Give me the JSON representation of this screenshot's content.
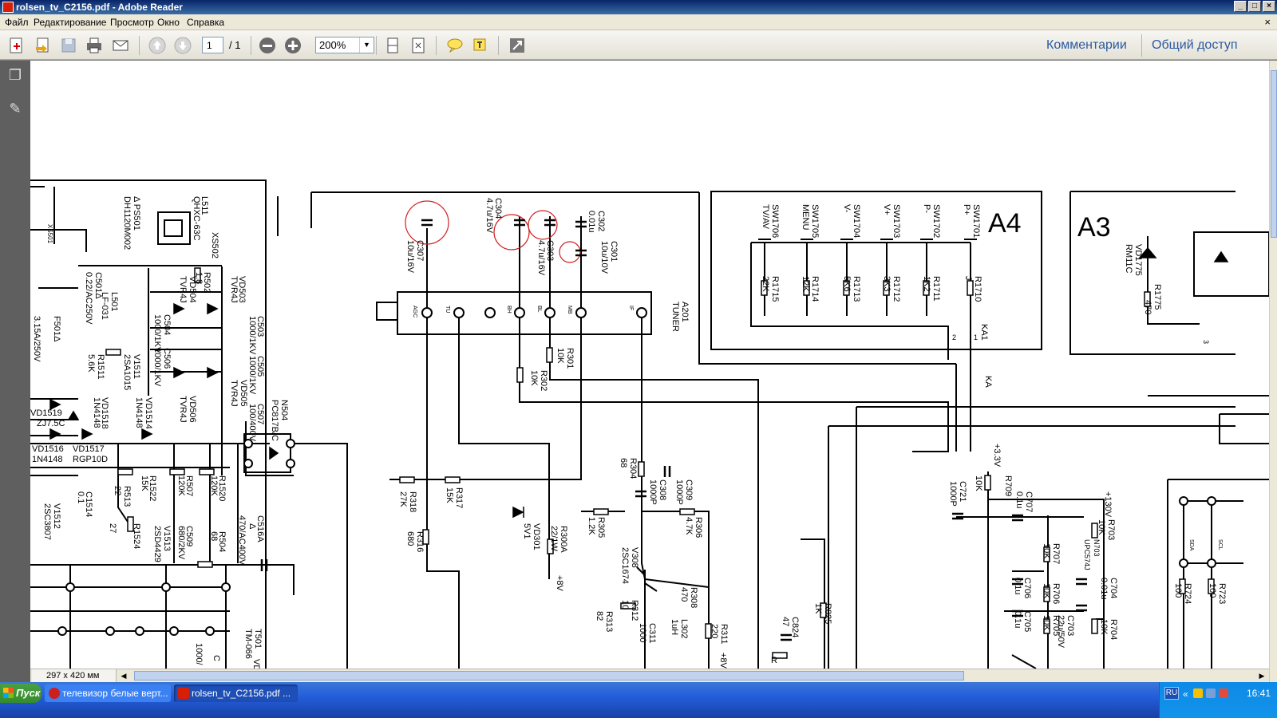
{
  "window": {
    "title": "rolsen_tv_C2156.pdf - Adobe Reader",
    "minimize": "_",
    "maximize": "□",
    "close": "×"
  },
  "menu": [
    "Файл",
    "Редактирование",
    "Просмотр",
    "Окно",
    "Справка"
  ],
  "doc_close": "×",
  "toolbar": {
    "page_current": "1",
    "page_total": "/ 1",
    "zoom": "200%",
    "comments_link": "Комментарии",
    "share_link": "Общий доступ"
  },
  "statusbar": {
    "page_size": "297 x 420 мм"
  },
  "schematic": {
    "labels": [
      "XS501",
      "L511",
      "QHXC-63C",
      "XS502",
      "DH1120M002",
      "Δ PS501",
      "F501Δ",
      "3.15A/250V",
      "C501Δ",
      "0.22/AC250V",
      "L501",
      "LF-031",
      "R502",
      "1.8",
      "VD504",
      "TVR4J",
      "VD503",
      "TVR4J",
      "C503",
      "1000/1KV",
      "C504",
      "1000/1KV",
      "C505",
      "1000/1KV",
      "C506",
      "1000/1KV",
      "C507",
      "100/400V",
      "VD505",
      "TVR4J",
      "VD506",
      "TVR4J",
      "R1511",
      "5.6K",
      "V1511",
      "2SA1015",
      "VD1518",
      "1N4148",
      "VD1514",
      "1N4148",
      "VD1519",
      "ZJ7.5C",
      "VD1516",
      "1N4148",
      "VD1517",
      "RGP10D",
      "N504",
      "PC817B/C",
      "C1514",
      "0.1",
      "R513",
      "22",
      "R1524",
      "27",
      "R1522",
      "15K",
      "R507",
      "120K",
      "R1520",
      "120K",
      "V1512",
      "2SC3807",
      "C509",
      "680/2KV",
      "V1513",
      "2SD4429",
      "R504",
      "68",
      "C516A",
      "Δ",
      "470/AC400V",
      "T501",
      "TM-066",
      "C",
      "1000/",
      "VD",
      "C304",
      "4.7u/16V",
      "C307",
      "10u/16V",
      "C303",
      "4.7u/16V",
      "C302",
      "0.01u",
      "C301",
      "10u/10V",
      "AGC",
      "TU",
      "BH",
      "BL",
      "MB",
      "IF",
      "A201",
      "TUNER",
      "R301",
      "10K",
      "R302",
      "10K",
      "R318",
      "27K",
      "R317",
      "15K",
      "R316",
      "680",
      "VD301",
      "5V1",
      "R300A",
      "22/1W",
      "+8V",
      "R304",
      "68",
      "C308",
      "1000P",
      "C309",
      "1000P",
      "R305",
      "1.2K",
      "R306",
      "4.7K",
      "V308",
      "2SC1674",
      "R312",
      "10",
      "R313",
      "82",
      "C311",
      "1000",
      "L302",
      "1uH",
      "R308",
      "470",
      "R311",
      "220",
      "+8V",
      "A4",
      "SW1706",
      "TV/AV",
      "SW1705",
      "MENU",
      "SW1704",
      "V-",
      "SW1703",
      "V+",
      "SW1702",
      "P-",
      "SW1701",
      "P+",
      "R1715",
      "22K",
      "R1714",
      "12K",
      "R1713",
      "5K6",
      "R1712",
      "3K3",
      "R1711",
      "1K2",
      "R1710",
      "J",
      "KA1",
      "KA",
      "1",
      "2",
      "A3",
      "VD1775",
      "RM11C",
      "R1775",
      "470",
      "3",
      "+3.3V",
      "R709",
      "10K",
      "C721",
      "1000P",
      "C707",
      "0.1u",
      "N703",
      "UPC574J",
      "+130V",
      "R703",
      "10K",
      "R707",
      "10K",
      "C704",
      "0.01u",
      "C706",
      "0.1u",
      "R706",
      "10K",
      "C703",
      "22u/50V",
      "R705",
      "10K",
      "C705",
      "0.1u",
      "R704",
      "10K",
      "R724",
      "100",
      "SDA",
      "R723",
      "100",
      "SCL",
      "R825",
      "1K",
      "C824",
      "47",
      "R"
    ]
  },
  "taskbar": {
    "start": "Пуск",
    "tasks": [
      "телевизор белые верт...",
      "rolsen_tv_C2156.pdf ..."
    ],
    "lang": "RU",
    "tray_arrows": "«",
    "clock": "16:41"
  }
}
